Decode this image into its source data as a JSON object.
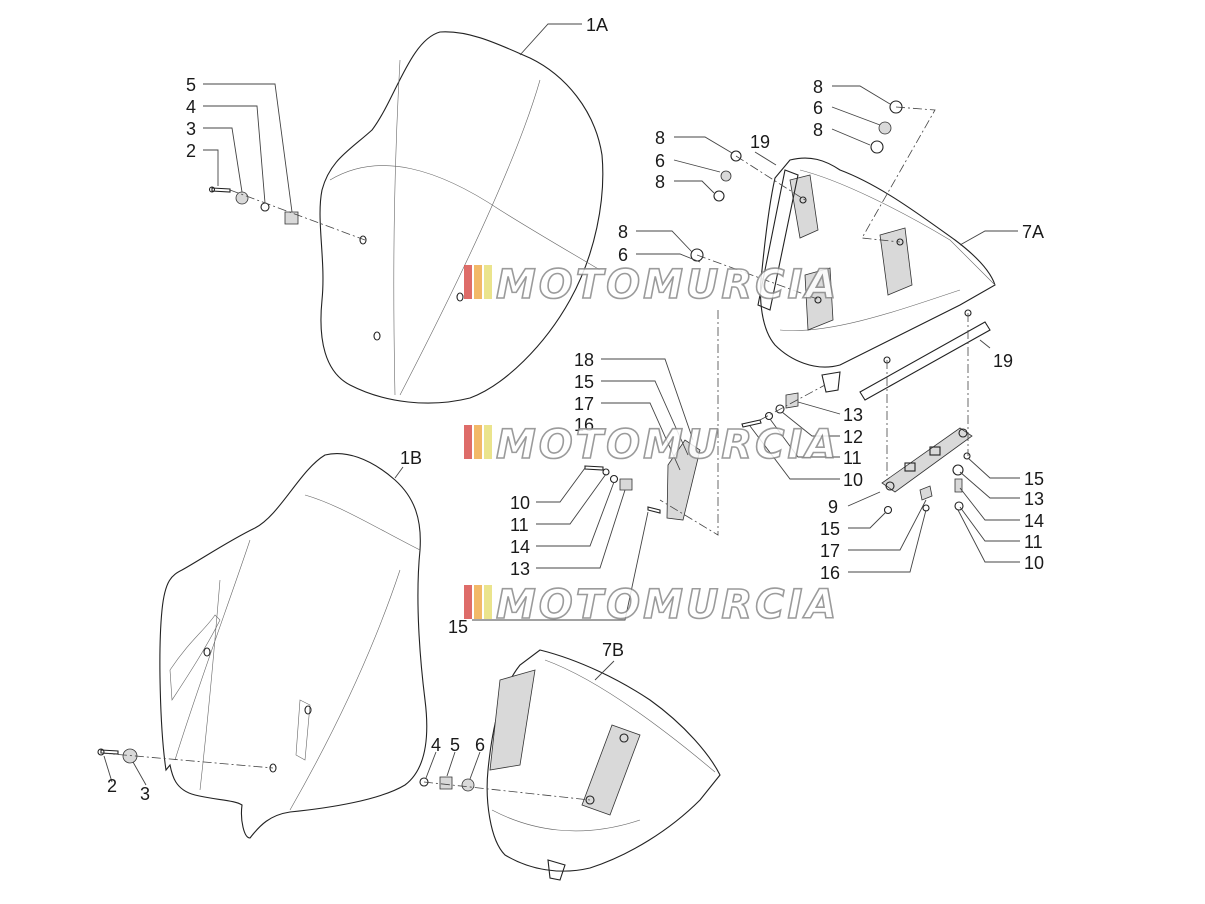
{
  "diagram": {
    "callouts": {
      "c_1A": "1A",
      "c_1B": "1B",
      "c_7A": "7A",
      "c_7B": "7B",
      "c_5a": "5",
      "c_4a": "4",
      "c_3a": "3",
      "c_2a": "2",
      "c_8a": "8",
      "c_6a": "6",
      "c_8b": "8",
      "c_8c": "8",
      "c_6b": "6",
      "c_8d": "8",
      "c_19a": "19",
      "c_8e": "8",
      "c_6c": "6",
      "c_18": "18",
      "c_15a": "15",
      "c_17a": "17",
      "c_16a": "16",
      "c_10a": "10",
      "c_11a": "11",
      "c_14a": "14",
      "c_13a": "13",
      "c_15b": "15",
      "c_13b": "13",
      "c_12": "12",
      "c_11b": "11",
      "c_10b": "10",
      "c_9": "9",
      "c_15c": "15",
      "c_17b": "17",
      "c_16b": "16",
      "c_15d": "15",
      "c_13c": "13",
      "c_14b": "14",
      "c_11c": "11",
      "c_10c": "10",
      "c_19b": "19",
      "c_2b": "2",
      "c_3b": "3",
      "c_4b": "4",
      "c_5b": "5",
      "c_6d": "6"
    },
    "watermark": "MOTOMURCIA",
    "watermark_colors": [
      "#d9534f",
      "#f0ad4e",
      "#e8e07a"
    ]
  }
}
